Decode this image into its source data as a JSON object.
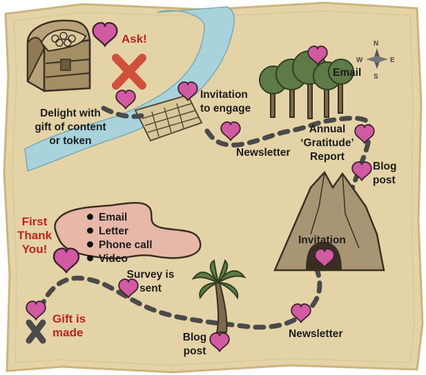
{
  "labels": {
    "ask": "Ask!",
    "delight_1": "Delight with",
    "delight_2": "gift of content",
    "delight_3": "or token",
    "invitation_engage_1": "Invitation",
    "invitation_engage_2": "to engage",
    "newsletter_top": "Newsletter",
    "email_top": "Email",
    "gratitude_1": "Annual",
    "gratitude_2": "‘Gratitude’",
    "gratitude_3": "Report",
    "blog_right_1": "Blog",
    "blog_right_2": "post",
    "invitation_cave": "Invitation",
    "newsletter_bottom": "Newsletter",
    "blog_bottom_1": "Blog",
    "blog_bottom_2": "post",
    "survey_1": "Survey is",
    "survey_2": "sent",
    "first_thanks_1": "First",
    "first_thanks_2": "Thank",
    "first_thanks_3": "You!",
    "gift_made_1": "Gift is",
    "gift_made_2": "made"
  },
  "thank_you_methods": [
    "Email",
    "Letter",
    "Phone call",
    "Video"
  ],
  "compass": {
    "n": "N",
    "s": "S",
    "e": "E",
    "w": "W"
  },
  "colors": {
    "parchment": "#e4d3a6",
    "parchment_edge": "#cbb47e",
    "river": "#a8d3dc",
    "heart": "#d15aa2",
    "red_label": "#c0221e",
    "red_x": "#d0503a",
    "path_dash": "#4a4a4a",
    "lake": "#e7b8a8",
    "cave": "#a89574"
  }
}
